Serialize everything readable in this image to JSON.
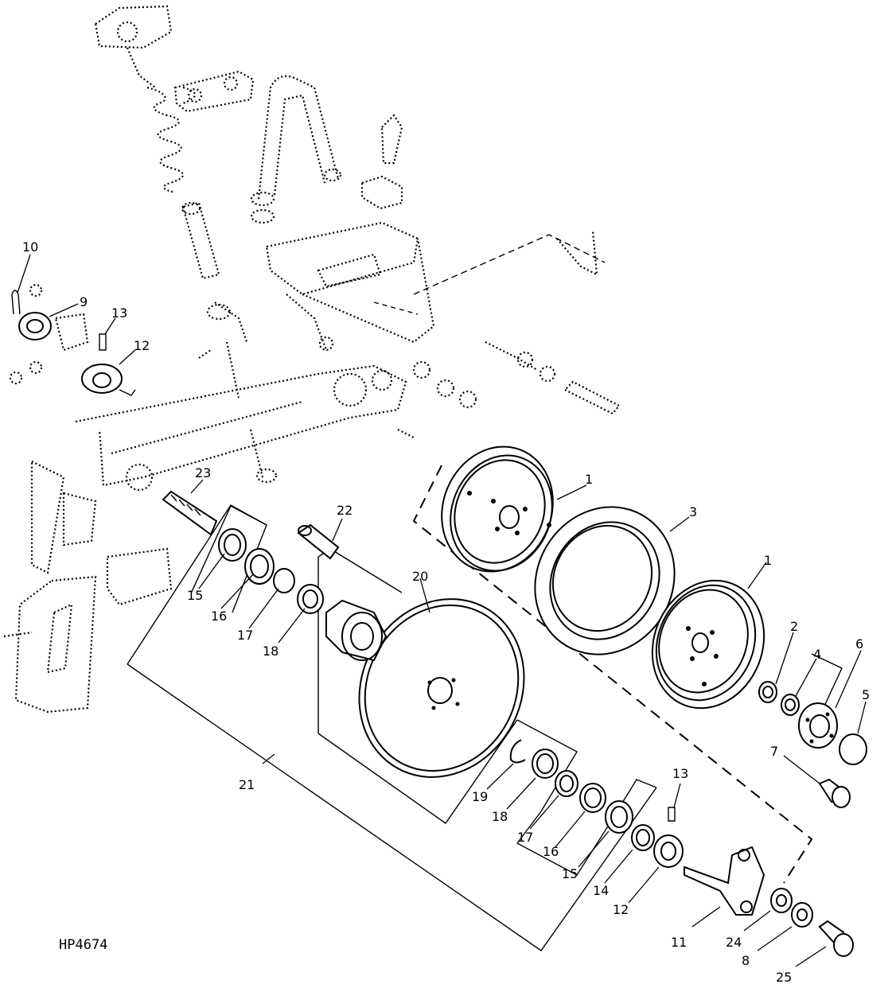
{
  "drawing_code": "HP4674",
  "callouts": {
    "c1a": "1",
    "c1b": "1",
    "c2": "2",
    "c3": "3",
    "c4": "4",
    "c5": "5",
    "c6": "6",
    "c7": "7",
    "c8a": "8",
    "c9": "9",
    "c10": "10",
    "c11": "11",
    "c12a": "12",
    "c12b": "12",
    "c13a": "13",
    "c13b": "13",
    "c14": "14",
    "c15a": "15",
    "c15b": "15",
    "c16a": "16",
    "c16b": "16",
    "c17a": "17",
    "c17b": "17",
    "c18a": "18",
    "c18b": "18",
    "c19": "19",
    "c20": "20",
    "c21": "21",
    "c22": "22",
    "c23": "23",
    "c24": "24",
    "c25": "25"
  }
}
